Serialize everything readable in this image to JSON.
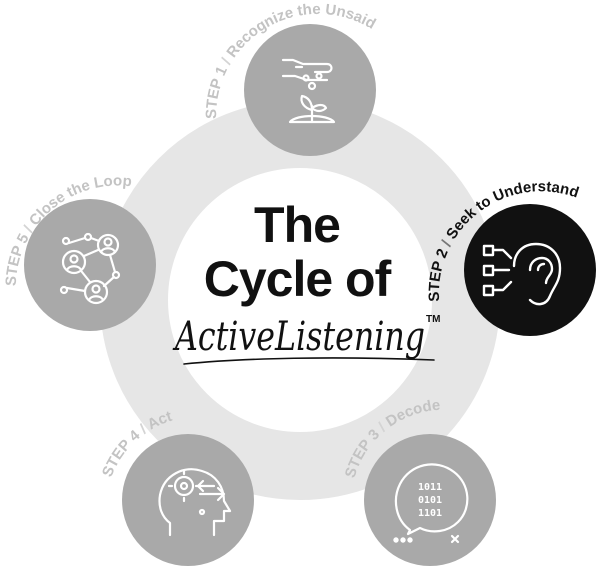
{
  "title": {
    "line1": "The",
    "line2": "Cycle of",
    "line3": "ActiveListening",
    "trademark": "TM"
  },
  "steps": [
    {
      "step": "STEP 1",
      "label": "Recognize the Unsaid",
      "icon": "hand-seedling-icon",
      "highlighted": false
    },
    {
      "step": "STEP 2",
      "label": "Seek to Understand",
      "icon": "ear-circuit-icon",
      "highlighted": true
    },
    {
      "step": "STEP 3",
      "label": "Decode",
      "icon": "binary-speech-bubble-icon",
      "highlighted": false
    },
    {
      "step": "STEP 4",
      "label": "Act",
      "icon": "head-gear-arrows-icon",
      "highlighted": false
    },
    {
      "step": "STEP 5",
      "label": "Close the Loop",
      "icon": "people-network-icon",
      "highlighted": false
    }
  ],
  "colors": {
    "ring": "#e6e6e6",
    "node": "#a9a9a9",
    "node_highlight": "#111111",
    "label": "#c3c3c3",
    "label_highlight": "#111111",
    "title": "#111111",
    "icon": "#ffffff"
  }
}
